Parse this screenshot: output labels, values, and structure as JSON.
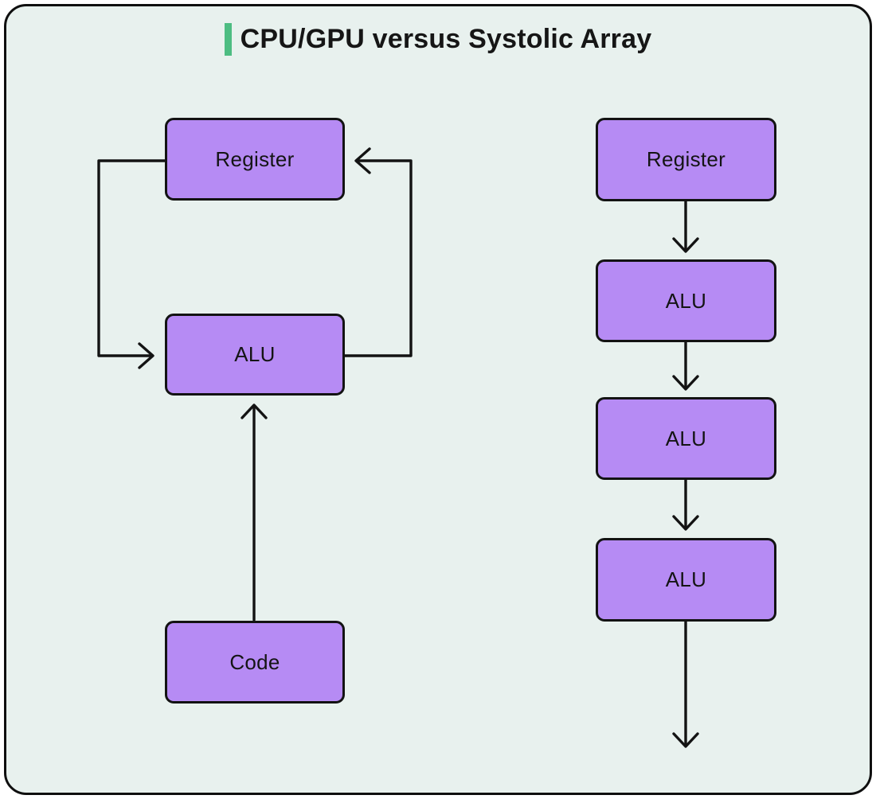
{
  "title": "CPU/GPU versus Systolic Array",
  "colors": {
    "outside_background": "#ffffff",
    "canvas_background": "#e8f1ee",
    "frame_stroke": "#0f0f0f",
    "node_fill": "#b68bf4",
    "wire_stroke": "#131313",
    "title_accent": "#4dbd82",
    "text": "#141414"
  },
  "diagram": {
    "left": {
      "nodes": [
        {
          "id": "cpu-register",
          "label": "Register"
        },
        {
          "id": "cpu-alu",
          "label": "ALU"
        },
        {
          "id": "cpu-code",
          "label": "Code"
        }
      ],
      "edges": [
        {
          "from": "cpu-register",
          "to": "cpu-alu",
          "route": "left-loop-down"
        },
        {
          "from": "cpu-alu",
          "to": "cpu-register",
          "route": "right-loop-up"
        },
        {
          "from": "cpu-code",
          "to": "cpu-alu",
          "route": "straight-up"
        }
      ]
    },
    "right": {
      "nodes": [
        {
          "id": "sa-register",
          "label": "Register"
        },
        {
          "id": "sa-alu-1",
          "label": "ALU"
        },
        {
          "id": "sa-alu-2",
          "label": "ALU"
        },
        {
          "id": "sa-alu-3",
          "label": "ALU"
        }
      ],
      "edges": [
        {
          "from": "sa-register",
          "to": "sa-alu-1",
          "route": "straight-down"
        },
        {
          "from": "sa-alu-1",
          "to": "sa-alu-2",
          "route": "straight-down"
        },
        {
          "from": "sa-alu-2",
          "to": "sa-alu-3",
          "route": "straight-down"
        },
        {
          "from": "sa-alu-3",
          "to": "output",
          "route": "straight-down"
        }
      ]
    }
  }
}
